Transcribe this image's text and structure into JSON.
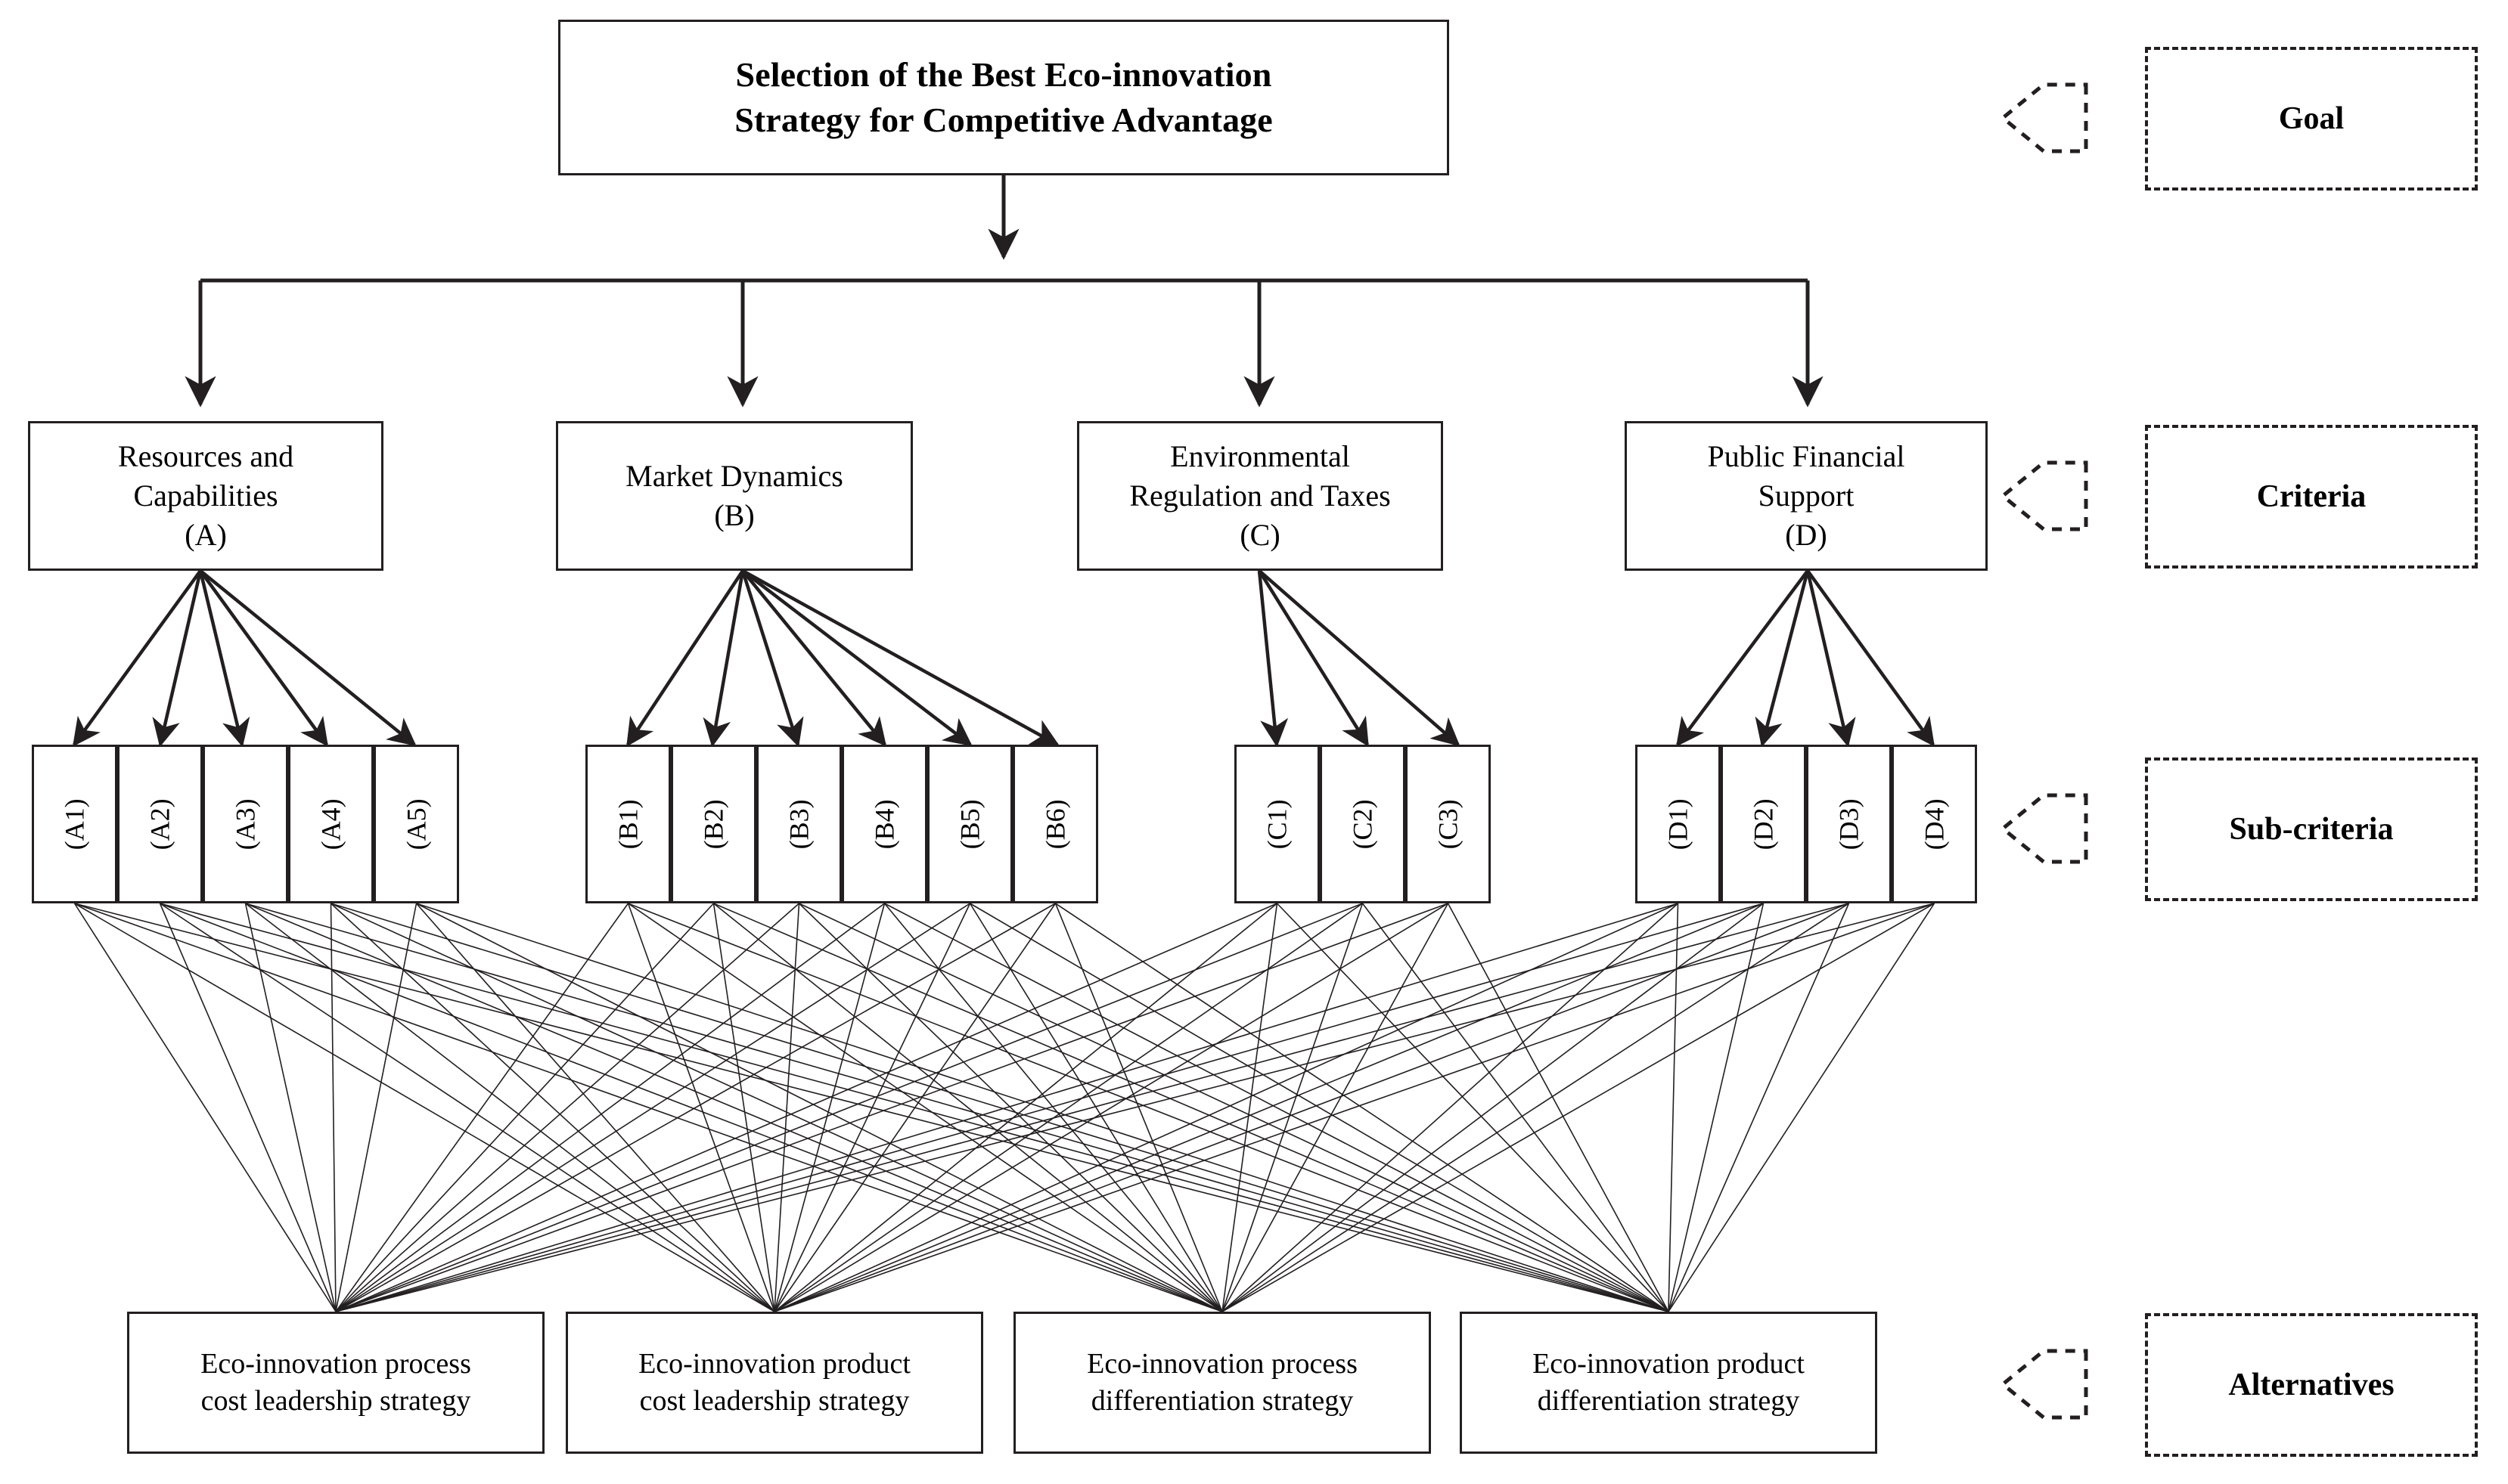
{
  "diagram": {
    "title_text": "Selection of the Best Eco-innovation Strategy for Competitive Advantage",
    "goal": {
      "line1": "Selection of the Best Eco-innovation",
      "line2": "Strategy for Competitive Advantage"
    },
    "criteria": [
      {
        "id": "A",
        "line1": "Resources and",
        "line2": "Capabilities",
        "code": "(A)"
      },
      {
        "id": "B",
        "line1": "Market Dynamics",
        "line2": "",
        "code": "(B)"
      },
      {
        "id": "C",
        "line1": "Environmental",
        "line2": "Regulation and Taxes",
        "code": "(C)"
      },
      {
        "id": "D",
        "line1": "Public Financial",
        "line2": "Support",
        "code": "(D)"
      }
    ],
    "subcriteria_groups": [
      {
        "parent": "A",
        "items": [
          "(A1)",
          "(A2)",
          "(A3)",
          "(A4)",
          "(A5)"
        ]
      },
      {
        "parent": "B",
        "items": [
          "(B1)",
          "(B2)",
          "(B3)",
          "(B4)",
          "(B5)",
          "(B6)"
        ]
      },
      {
        "parent": "C",
        "items": [
          "(C1)",
          "(C2)",
          "(C3)"
        ]
      },
      {
        "parent": "D",
        "items": [
          "(D1)",
          "(D2)",
          "(D3)",
          "(D4)"
        ]
      }
    ],
    "alternatives": [
      {
        "line1": "Eco-innovation process",
        "line2": "cost leadership strategy"
      },
      {
        "line1": "Eco-innovation product",
        "line2": "cost leadership strategy"
      },
      {
        "line1": "Eco-innovation process",
        "line2": "differentiation strategy"
      },
      {
        "line1": "Eco-innovation product",
        "line2": "differentiation strategy"
      }
    ],
    "legend": [
      {
        "label": "Goal",
        "icon": "dashed-left-chevron-icon"
      },
      {
        "label": "Criteria",
        "icon": "dashed-left-chevron-icon"
      },
      {
        "label": "Sub-criteria",
        "icon": "dashed-left-chevron-icon"
      },
      {
        "label": "Alternatives",
        "icon": "dashed-left-chevron-icon"
      }
    ],
    "colors": {
      "stroke": "#231f20",
      "background": "#ffffff",
      "text": "#000000"
    }
  }
}
